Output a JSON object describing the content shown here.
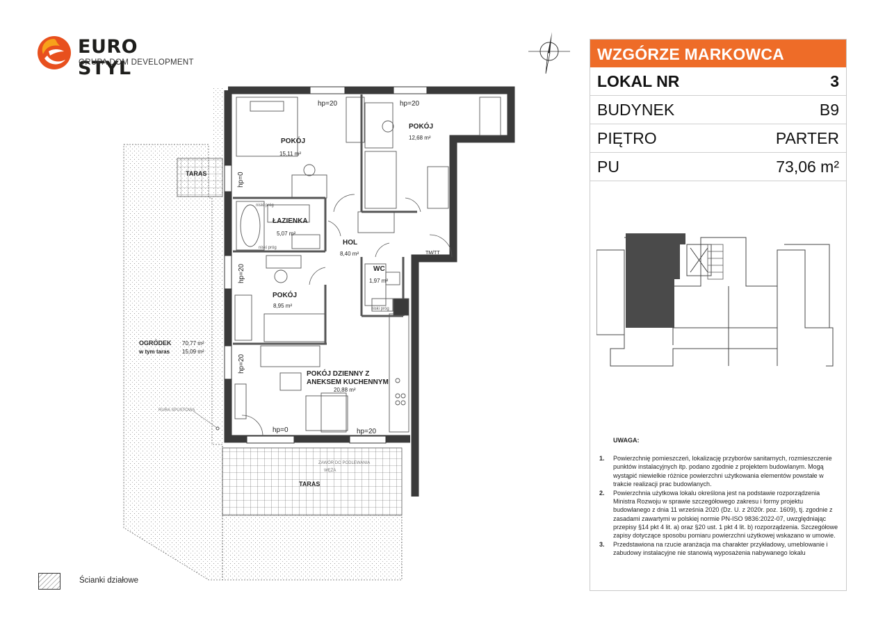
{
  "brand": {
    "name": "EURO STYL",
    "subtitle": "GRUPA DOM DEVELOPMENT"
  },
  "info": {
    "title": "WZGÓRZE MARKOWCA",
    "rows": [
      {
        "label": "LOKAL NR",
        "value": "3"
      },
      {
        "label": "BUDYNEK",
        "value": "B9"
      },
      {
        "label": "PIĘTRO",
        "value": "PARTER"
      },
      {
        "label": "PU",
        "value": "73,06 m²"
      }
    ]
  },
  "plan": {
    "rooms": [
      {
        "name": "POKÓJ",
        "area": "15,11 m²"
      },
      {
        "name": "POKÓJ",
        "area": "12,68 m²"
      },
      {
        "name": "ŁAZIENKA",
        "area": "5,07 m²"
      },
      {
        "name": "HOL",
        "area": "8,40 m²"
      },
      {
        "name": "WC",
        "area": "1,97 m²"
      },
      {
        "name": "POKÓJ",
        "area": "8,95 m²"
      },
      {
        "name": "POKÓJ DZIENNY Z",
        "name2": "ANEKSEM KUCHENNYM",
        "area": "20,88 m²"
      }
    ],
    "garden": {
      "label": "OGRÓDEK",
      "label2": "w tym taras",
      "area": "70,77 m²",
      "area2": "15,09 m²"
    },
    "terrace_small": "TARAS",
    "terrace_big": "TARAS",
    "tags": {
      "hp20": "hp=20",
      "hp0": "hp=0",
      "prog": "niski próg",
      "tmtt": "TM/TT",
      "rura": "RURA SPUSTOWA",
      "zawor": "ZAWÓR DO PODLEWANIA",
      "weza": "WĘŻA"
    }
  },
  "notes": {
    "heading": "UWAGA:",
    "items": [
      {
        "num": "1.",
        "text": "Powierzchnię pomieszczeń, lokalizację przyborów sanitarnych, rozmieszczenie punktów instalacyjnych itp. podano zgodnie z projektem budowlanym. Mogą wystąpić niewielkie różnice powierzchni użytkowania elementów powstałe w trakcie realizacji prac budowlanych."
      },
      {
        "num": "2.",
        "text": "Powierzchnia użytkowa lokalu określona jest na podstawie rozporządzenia Ministra Rozwoju w sprawie szczegółowego zakresu i formy projektu budowlanego z dnia 11 września 2020 (Dz. U. z 2020r. poz. 1609), tj. zgodnie z zasadami zawartymi w polskiej normie PN-ISO 9836:2022-07, uwzględniając przepisy §14 pkt 4 lit. a) oraz §20 ust. 1 pkt 4 lit. b) rozporządzenia. Szczegółowe zapisy dotyczące sposobu pomiaru powierzchni użytkowej wskazano w umowie."
      },
      {
        "num": "3.",
        "text": "Przedstawiona na rzucie aranżacja ma charakter przykładowy, umeblowanie i zabudowy instalacyjne nie stanowią wyposażenia nabywanego lokalu"
      }
    ]
  },
  "legend": {
    "label": "Ścianki działowe"
  },
  "colors": {
    "accent": "#ee6c28",
    "wall": "#3a3a3a",
    "highlight": "#4a4a4a"
  }
}
